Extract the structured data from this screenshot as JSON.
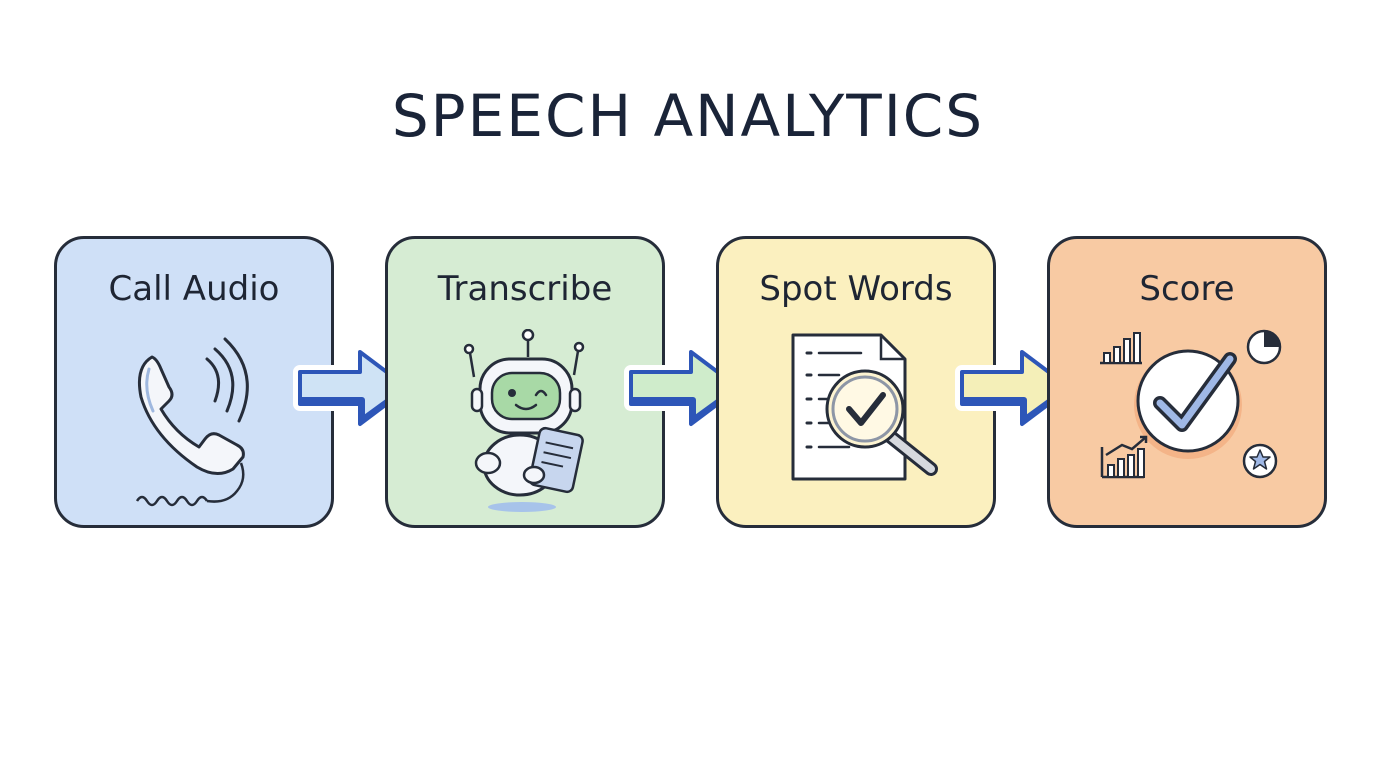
{
  "title": "SPEECH ANALYTICS",
  "steps": [
    {
      "label": "Call Audio",
      "icon": "telephone-icon",
      "color": "#cfe0f7"
    },
    {
      "label": "Transcribe",
      "icon": "robot-icon",
      "color": "#d6ecd3"
    },
    {
      "label": "Spot Words",
      "icon": "magnifier-document-icon",
      "color": "#fbf0bf"
    },
    {
      "label": "Score",
      "icon": "checkmark-score-icon",
      "color": "#f8caa3"
    }
  ],
  "arrow_color": "#4a7bd8"
}
